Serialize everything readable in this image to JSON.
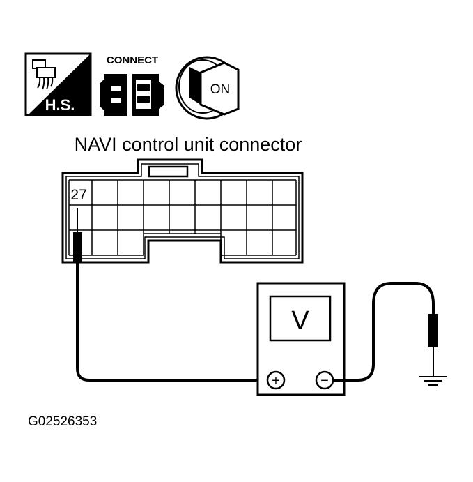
{
  "icons": {
    "harness_side": {
      "name": "harness-side-icon",
      "label": "H.S."
    },
    "connect": {
      "name": "connect-icon",
      "label": "CONNECT"
    },
    "ignition": {
      "name": "ignition-key-icon",
      "label": "ON"
    }
  },
  "connector": {
    "title": "NAVI control unit connector",
    "pin_label": "27"
  },
  "meter": {
    "name": "voltmeter",
    "display": "V",
    "positive_symbol": "+",
    "negative_symbol": "−"
  },
  "figure_code": "G02526353",
  "colors": {
    "line": "#000000",
    "background": "#ffffff"
  }
}
